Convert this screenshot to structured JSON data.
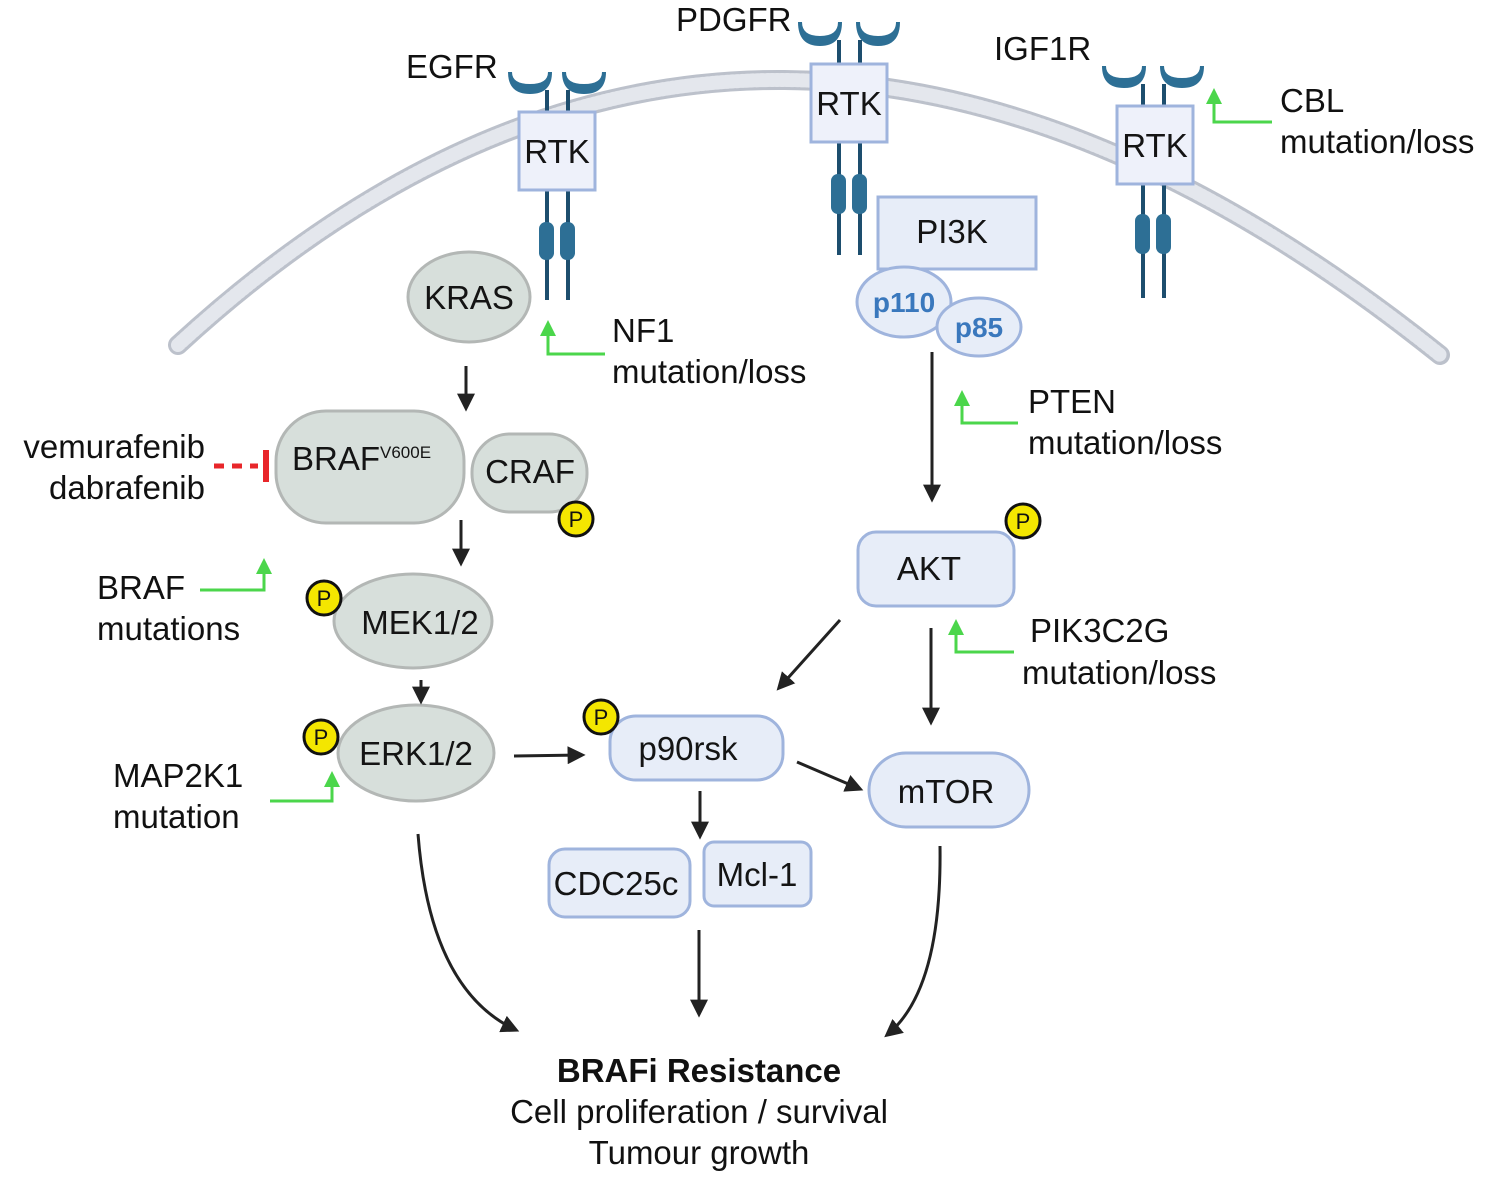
{
  "colors": {
    "green_node_fill": "#d7dfdb",
    "green_node_stroke": "#b3b7b5",
    "blue_node_fill": "#e7edf8",
    "blue_node_stroke": "#9fb4dd",
    "receptor": "#2d6f95",
    "phospho": "#f4e600",
    "activation_arrow": "#4bd64b",
    "inhibition": "#e8262a",
    "membrane": "#b9bec9"
  },
  "receptors": [
    {
      "name": "EGFR",
      "box": "RTK"
    },
    {
      "name": "PDGFR",
      "box": "RTK"
    },
    {
      "name": "IGF1R",
      "box": "RTK"
    }
  ],
  "nodes": {
    "kras": "KRAS",
    "braf": "BRAF",
    "braf_sup": "V600E",
    "craf": "CRAF",
    "mek": "MEK1/2",
    "erk": "ERK1/2",
    "pi3k": "PI3K",
    "p110": "p110",
    "p85": "p85",
    "akt": "AKT",
    "mtor": "mTOR",
    "p90rsk": "p90rsk",
    "cdc25c": "CDC25c",
    "mcl1": "Mcl-1"
  },
  "phospho_label": "P",
  "inhibitors": [
    "vemurafenib",
    "dabrafenib"
  ],
  "mutations": {
    "nf1": [
      "NF1",
      "mutation/loss"
    ],
    "cbl": [
      "CBL",
      "mutation/loss"
    ],
    "pten": [
      "PTEN",
      "mutation/loss"
    ],
    "pik3c2g": [
      "PIK3C2G",
      "mutation/loss"
    ],
    "braf": [
      "BRAF",
      "mutations"
    ],
    "map2k1": [
      "MAP2K1",
      "mutation"
    ]
  },
  "outcome": {
    "title": "BRAFi Resistance",
    "line1": "Cell proliferation / survival",
    "line2": "Tumour growth"
  }
}
